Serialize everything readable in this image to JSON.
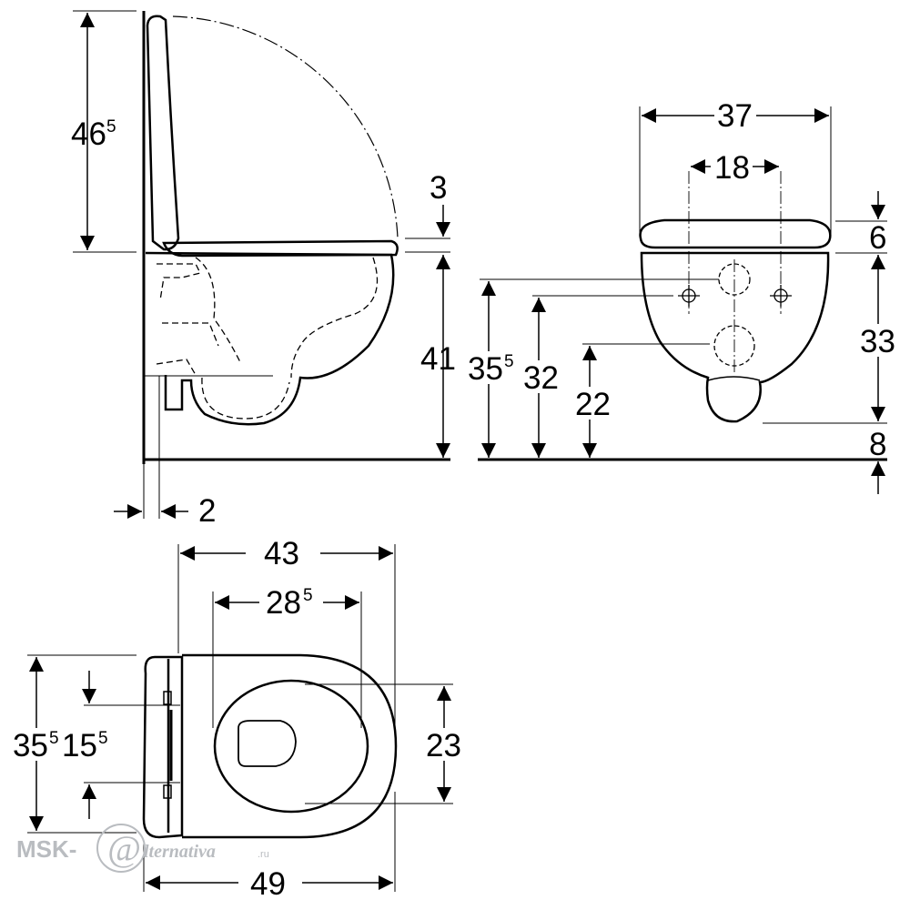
{
  "side_view": {
    "height_seat_total": "46",
    "height_seat_total_sup": "5",
    "seat_thickness": "3",
    "rim_height": "41",
    "wall_gap": "2"
  },
  "front_view": {
    "width_total": "37",
    "fixing_distance": "18",
    "seat_height": "6",
    "supply_height": "35",
    "supply_height_sup": "5",
    "fixing_height": "32",
    "drain_height": "22",
    "bowl_height": "33",
    "bottom_gap": "8"
  },
  "top_view": {
    "length_bowl": "43",
    "opening_length": "28",
    "opening_length_sup": "5",
    "width_total": "35",
    "width_total_sup": "5",
    "fixing_spacing": "15",
    "fixing_spacing_sup": "5",
    "opening_width": "23",
    "length_total": "49"
  },
  "watermark": {
    "brand_left": "MSK-",
    "brand_right": "lternativa",
    "domain": ".ru"
  }
}
